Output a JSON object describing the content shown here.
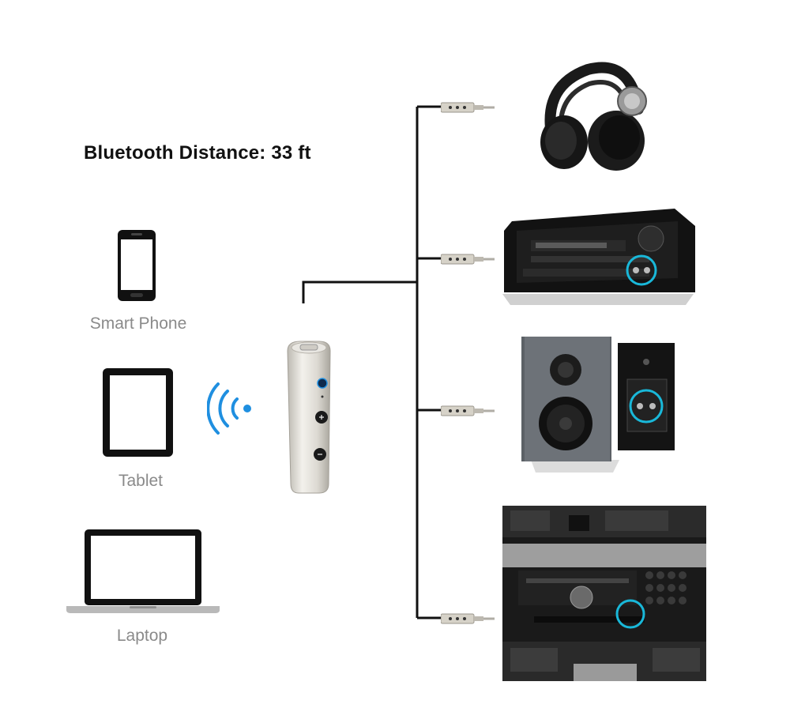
{
  "title": "Bluetooth Distance: 33 ft",
  "sources": [
    {
      "label": "Smart Phone",
      "icon": "smartphone-icon"
    },
    {
      "label": "Tablet",
      "icon": "tablet-icon"
    },
    {
      "label": "Laptop",
      "icon": "laptop-icon"
    }
  ],
  "receiver": {
    "icon": "bluetooth-receiver-icon",
    "wireless_icon": "wireless-signal-icon"
  },
  "outputs": [
    {
      "icon": "headphones-icon"
    },
    {
      "icon": "av-receiver-icon"
    },
    {
      "icon": "bookshelf-speakers-icon"
    },
    {
      "icon": "car-dashboard-aux-icon"
    }
  ],
  "colors": {
    "signal_blue": "#1f8fe0",
    "highlight_cyan": "#19b8d9",
    "device_black": "#1a1a1a"
  }
}
